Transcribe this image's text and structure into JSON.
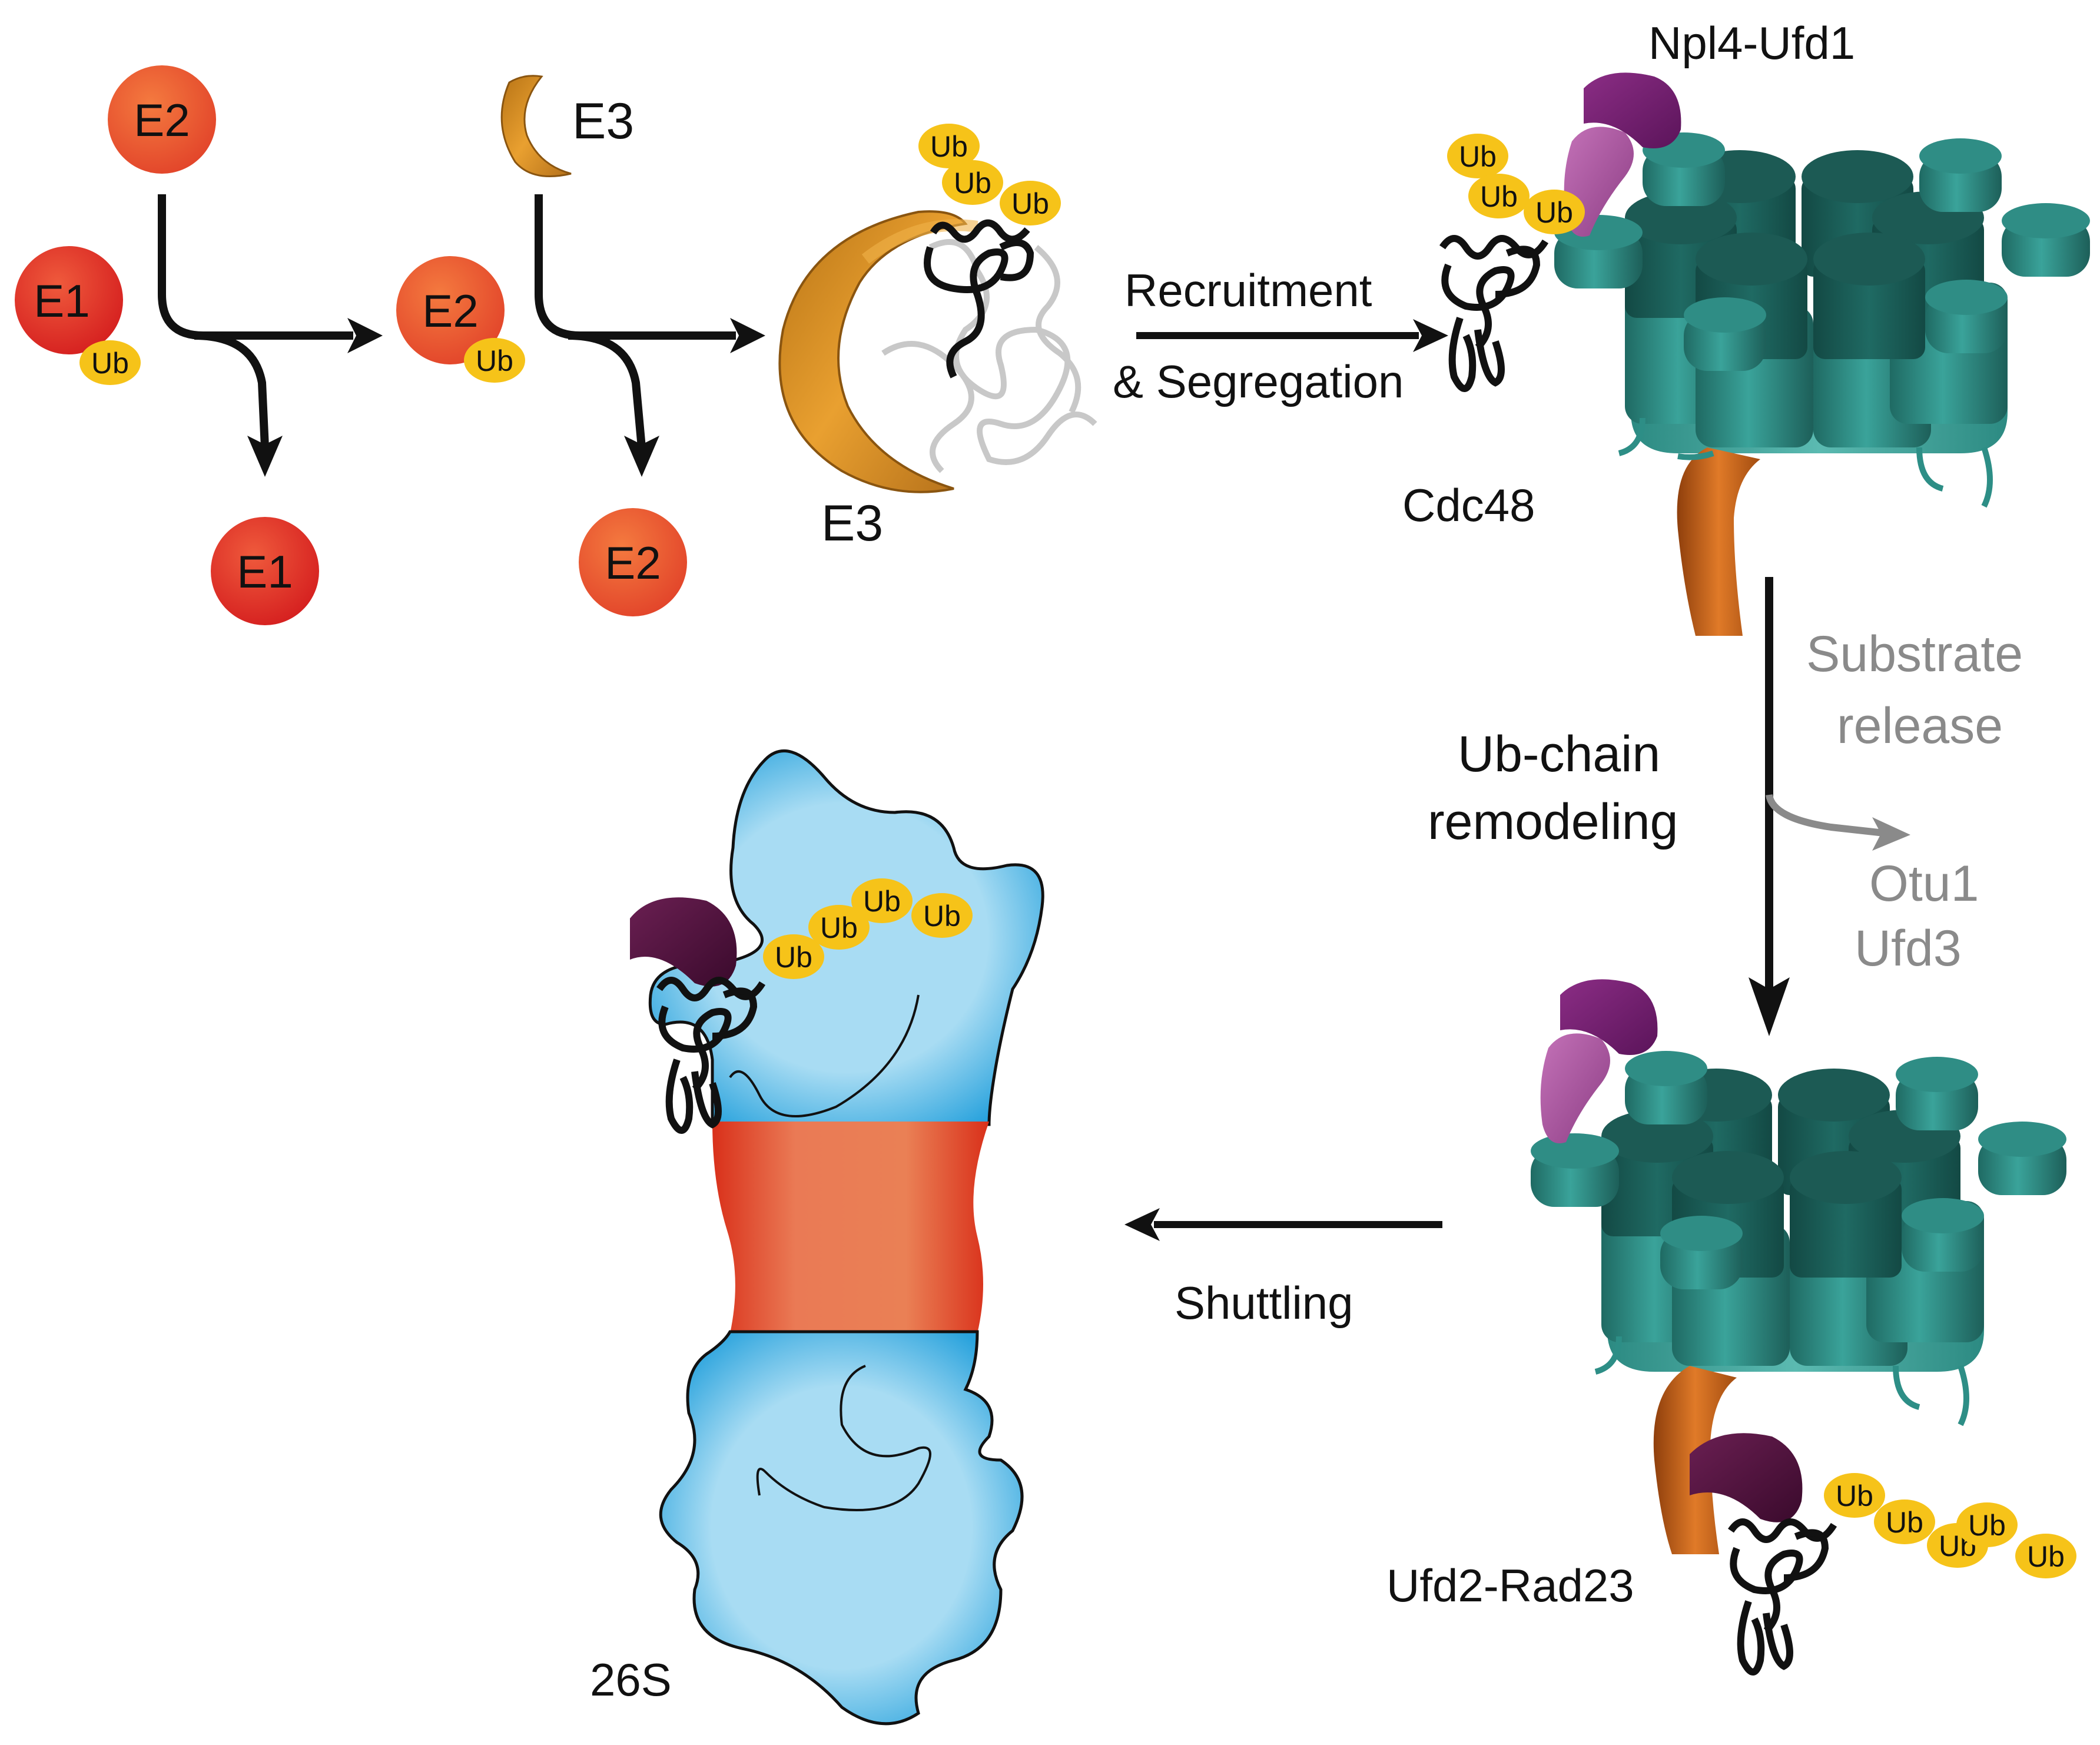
{
  "colors": {
    "e1": "#e52d25",
    "e2": "#ee5a2b",
    "e3": "#d08a1c",
    "ub": "#f6c319",
    "cdc48_dark": "#1d5e58",
    "cdc48_light": "#2d8e86",
    "npl4": "#6e1f6a",
    "ufd1": "#a94d9e",
    "ufd2": "#4a1038",
    "substrate_tail": "#c86318",
    "proteasome_blue": "#31a6de",
    "proteasome_light": "#a8dcf3",
    "proteasome_core": "#e9683b",
    "grey_arrow": "#8a8a8a"
  },
  "enzymes": {
    "e1_top": "E1",
    "e1_bottom": "E1",
    "e2_top": "E2",
    "e2_mid": "E2",
    "e2_bottom": "E2",
    "e3_small": "E3",
    "e3_big": "E3"
  },
  "ubiquitin": {
    "label": "Ub"
  },
  "labels": {
    "recruitment": "Recruitment",
    "segregation": "& Segregation",
    "npl4_ufd1": "Npl4-Ufd1",
    "cdc48": "Cdc48",
    "substrate_release_1": "Substrate",
    "substrate_release_2": "release",
    "ub_chain_1": "Ub-chain",
    "ub_chain_2": "remodeling",
    "otu1": "Otu1",
    "ufd3": "Ufd3",
    "shuttling": "Shuttling",
    "ufd2_rad23": "Ufd2-Rad23",
    "proteasome": "26S"
  }
}
